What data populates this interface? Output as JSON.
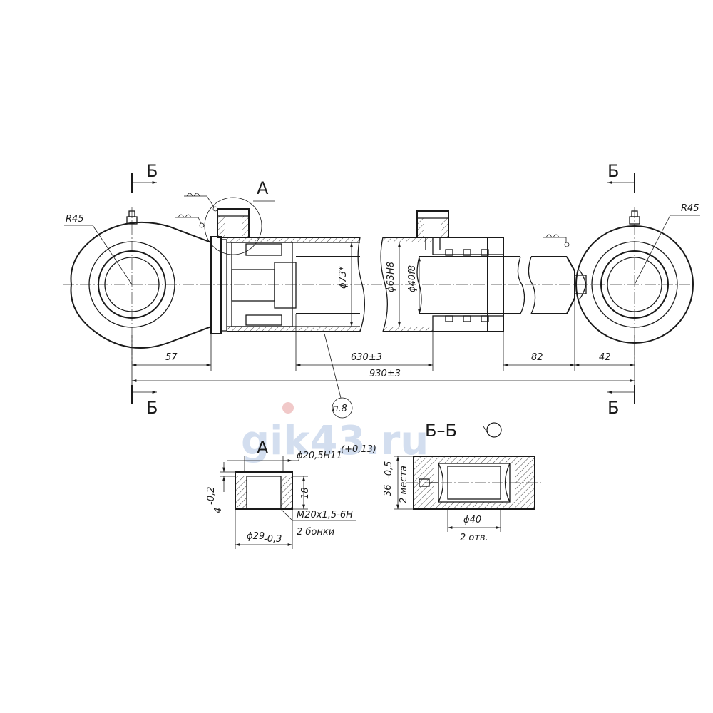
{
  "watermark": {
    "text": "gik43.ru"
  },
  "sections": {
    "section_mark": "Б",
    "detail_mark": "А",
    "detail_title": "А",
    "section_title": "Б–Б"
  },
  "main_view": {
    "radius_left": "R45",
    "radius_right": "R45",
    "dia_73": "ϕ73*",
    "dia_63": "ϕ63H8",
    "dia_40": "ϕ40f8",
    "dim_57": "57",
    "dim_630": "630±3",
    "dim_82": "82",
    "dim_42": "42",
    "dim_930": "930±3",
    "callout": "п.8"
  },
  "detail_a": {
    "bore": "ϕ20,5H11",
    "bore_tol": "(+0,13)",
    "depth": "18",
    "thread": "M20x1,5-6H",
    "boss_count": "2 бонки",
    "outer_dia": "ϕ29",
    "outer_tol": "-0,3",
    "height": "4",
    "height_tol": "-0,2"
  },
  "section_bb": {
    "width": "36",
    "width_tol": "-0,5",
    "places": "2 места",
    "hole": "ϕ40",
    "holes_count": "2 отв."
  }
}
